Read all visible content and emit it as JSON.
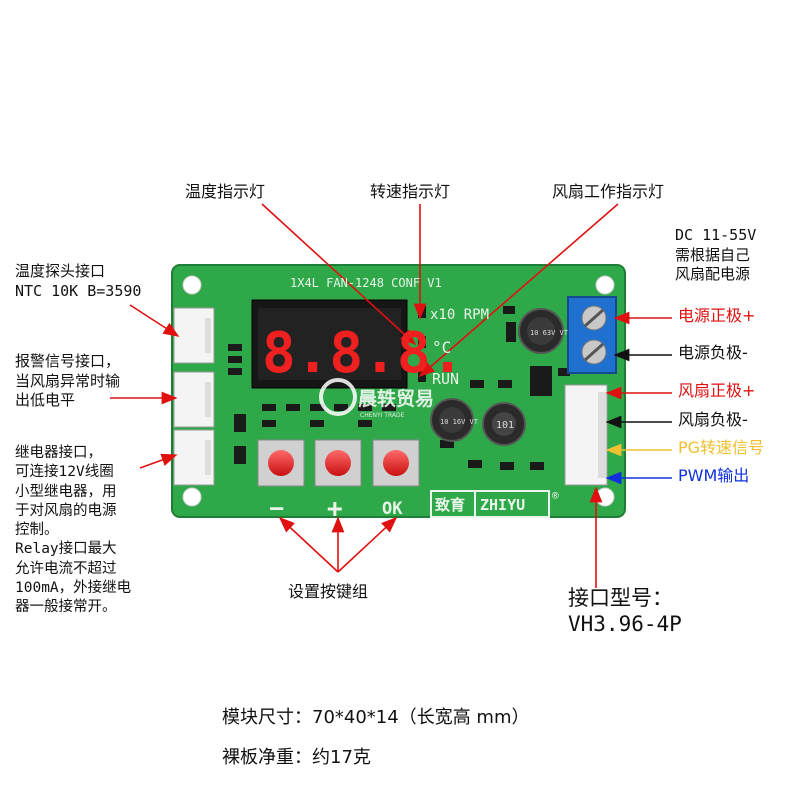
{
  "board": {
    "silkscreen_title": "1X4L FAN-1248 CONF V1",
    "rpm_label": "x10 RPM",
    "celsius_label": "°C",
    "run_label": "RUN",
    "display_digits": "8.8.8.",
    "button_minus": "—",
    "button_plus": "+",
    "button_ok": "OK",
    "brand_cn": "致育",
    "brand_en": "ZHIYU",
    "registered": "®",
    "cap1_text": "10 63V VT",
    "cap2_text": "10 16V VT",
    "inductor_text": "101",
    "watermark": "晨轶贸易",
    "watermark_sub": "CHENYI TRADE"
  },
  "annotations": {
    "temp_indicator": "温度指示灯",
    "speed_indicator": "转速指示灯",
    "fan_work_indicator": "风扇工作指示灯",
    "dc_range": "DC 11-55V\n需根据自己\n风扇配电源",
    "probe_port": "温度探头接口\nNTC 10K B=3590",
    "alarm_port": "报警信号接口，\n当风扇异常时输\n出低电平",
    "relay_port": "继电器接口，\n可连接12V线圈\n小型继电器，用\n于对风扇的电源\n控制。\nRelay接口最大\n允许电流不超过\n100mA，外接继电\n器一般接常开。",
    "power_pos": "电源正极+",
    "power_neg": "电源负极-",
    "fan_pos": "风扇正极+",
    "fan_neg": "风扇负极-",
    "pg_signal": "PG转速信号",
    "pwm_output": "PWM输出",
    "button_group": "设置按键组",
    "connector_type": "接口型号：\nVH3.96-4P",
    "module_size": "模块尺寸：70*40*14（长宽高 mm）",
    "net_weight": "裸板净重：约17克"
  },
  "colors": {
    "pcb": "#2fa84a",
    "pcb_dark": "#238a3a",
    "red_arrow": "#e01010",
    "black_arrow": "#111111",
    "pg_yellow": "#f0c030",
    "pwm_blue": "#1030e0",
    "terminal_blue": "#2070d0"
  }
}
